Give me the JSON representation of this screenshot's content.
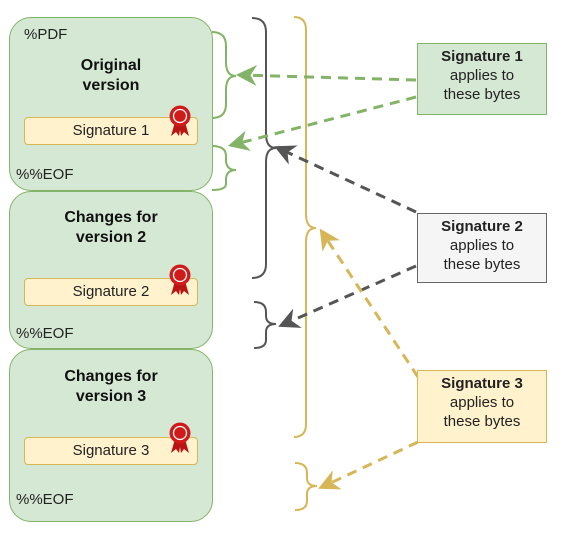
{
  "blocks": [
    {
      "start_marker": "%PDF",
      "title": "Original\nversion",
      "signature_label": "Signature 1",
      "end_marker": "%%EOF"
    },
    {
      "title": "Changes for\nversion 2",
      "signature_label": "Signature 2",
      "end_marker": "%%EOF"
    },
    {
      "title": "Changes for\nversion 3",
      "signature_label": "Signature 3",
      "end_marker": "%%EOF"
    }
  ],
  "callouts": [
    {
      "title": "Signature 1",
      "body": "applies to\nthese bytes"
    },
    {
      "title": "Signature 2",
      "body": "applies to\nthese bytes"
    },
    {
      "title": "Signature 3",
      "body": "applies to\nthese bytes"
    }
  ],
  "colors": {
    "block_fill": "#d5e8d4",
    "block_border": "#82b366",
    "signature_fill": "#fff2cc",
    "signature_border": "#d6b656",
    "seal_red": "#d11a1a",
    "sig1_color": "#82b366",
    "sig2_color": "#555555",
    "sig3_color": "#d6b656",
    "callout1_fill": "#d5e8d4",
    "callout2_fill": "#f5f5f5",
    "callout3_fill": "#fff2cc"
  },
  "icons": {
    "seal": "award-ribbon-seal-icon"
  }
}
